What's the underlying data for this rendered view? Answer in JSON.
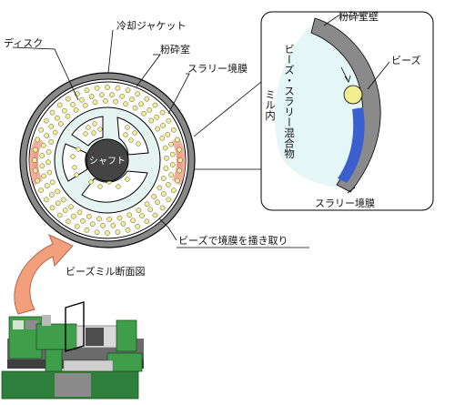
{
  "labels": {
    "cooling_jacket": "冷却ジャケット",
    "disk": "ディスク",
    "grinding_chamber": "粉砕室",
    "slurry_film": "スラリー境膜",
    "shaft": "シャフト",
    "scrape_film": "ビーズで境膜を掻き取り",
    "bead_mill_section": "ビーズミル断面図"
  },
  "detail": {
    "chamber_wall": "粉砕室壁",
    "beads": "ビーズ",
    "bead_slurry_mixture": "ビーズ・スラリー混合物",
    "in_mill": "ミル内",
    "slurry_film": "スラリー境膜"
  },
  "colors": {
    "bead": "#f3ee8f",
    "film_hotspot": "#e8866a",
    "film_blue": "#3b5fcf",
    "disk_fill": "#e6f4f1",
    "mixture_fill": "#e4f6f6",
    "wall": "#8a8a8a",
    "machine_green": "#3e9e4a",
    "arrow_fill": "#f2a07c"
  }
}
